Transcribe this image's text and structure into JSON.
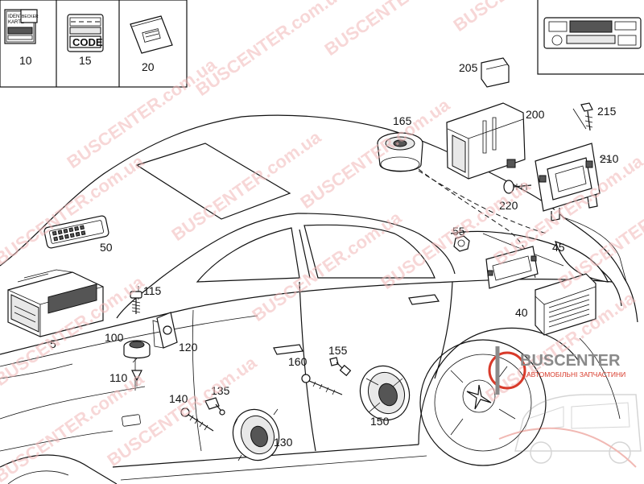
{
  "parts": [
    {
      "id": "p10",
      "label": "10",
      "name": "ident card"
    },
    {
      "id": "p15",
      "label": "15",
      "name": "code card"
    },
    {
      "id": "p20",
      "label": "20",
      "name": "manual"
    },
    {
      "id": "p5",
      "label": "5",
      "name": "radio unit"
    },
    {
      "id": "p50",
      "label": "50",
      "name": "remote control"
    },
    {
      "id": "p100",
      "label": "100",
      "name": "microphone"
    },
    {
      "id": "p110",
      "label": "110",
      "name": "clip"
    },
    {
      "id": "p115",
      "label": "115",
      "name": "screw"
    },
    {
      "id": "p120",
      "label": "120",
      "name": "bracket"
    },
    {
      "id": "p130",
      "label": "130",
      "name": "door speaker"
    },
    {
      "id": "p135",
      "label": "135",
      "name": "fastener"
    },
    {
      "id": "p140",
      "label": "140",
      "name": "screw"
    },
    {
      "id": "p150",
      "label": "150",
      "name": "door speaker"
    },
    {
      "id": "p155",
      "label": "155",
      "name": "fastener"
    },
    {
      "id": "p160",
      "label": "160",
      "name": "screw"
    },
    {
      "id": "p165",
      "label": "165",
      "name": "subwoofer"
    },
    {
      "id": "p200",
      "label": "200",
      "name": "cd changer"
    },
    {
      "id": "p205",
      "label": "205",
      "name": "magazine"
    },
    {
      "id": "p210",
      "label": "210",
      "name": "mounting bracket"
    },
    {
      "id": "p215",
      "label": "215",
      "name": "bolt"
    },
    {
      "id": "p220",
      "label": "220",
      "name": "bolt"
    },
    {
      "id": "p55",
      "label": "55",
      "name": "nut"
    },
    {
      "id": "p45",
      "label": "45",
      "name": "bracket"
    },
    {
      "id": "p40",
      "label": "40",
      "name": "amplifier"
    }
  ],
  "cards": {
    "ident_line1": "IDENT-",
    "ident_line2": "KARTE",
    "ident_brand": "BECKER",
    "code_text": "CODE"
  },
  "watermark": {
    "text": "BUSCENTER.com.ua",
    "logo_main": "BUSCENTER",
    "logo_sub": "АВТОМОБІЛЬНІ ЗАПЧАСТИНИ"
  },
  "colors": {
    "logo_red": "#d83a2a",
    "logo_gray": "#8a8a8a",
    "watermark": "#f2b8b8"
  }
}
